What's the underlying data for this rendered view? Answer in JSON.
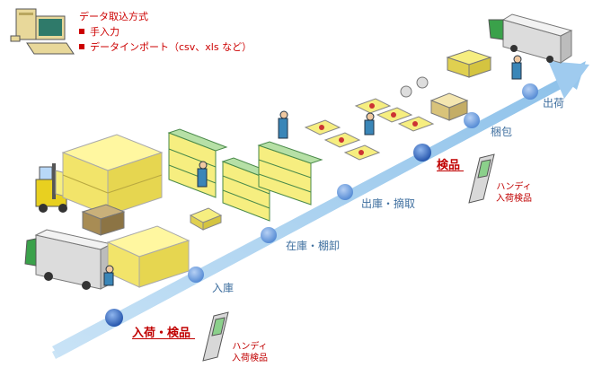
{
  "legend": {
    "title": "データ取込方式",
    "items": [
      "手入力",
      "データインポート（csv、xls など）"
    ]
  },
  "steps": [
    {
      "label": "入荷・検品",
      "highlight": true
    },
    {
      "label": "入庫",
      "highlight": false
    },
    {
      "label": "在庫・棚卸",
      "highlight": false
    },
    {
      "label": "出庫・摘取",
      "highlight": false
    },
    {
      "label": "検品",
      "highlight": true
    },
    {
      "label": "梱包",
      "highlight": false
    },
    {
      "label": "出荷",
      "highlight": false
    }
  ],
  "handy_labels": [
    {
      "line1": "ハンディ",
      "line2": "入荷検品"
    },
    {
      "line1": "ハンディ",
      "line2": "入荷検品"
    }
  ],
  "colors": {
    "arrow": "#a8d0ee",
    "node_dark": "#1e4fa8",
    "node_light": "#5b8fd6",
    "accent": "#cc0000"
  }
}
